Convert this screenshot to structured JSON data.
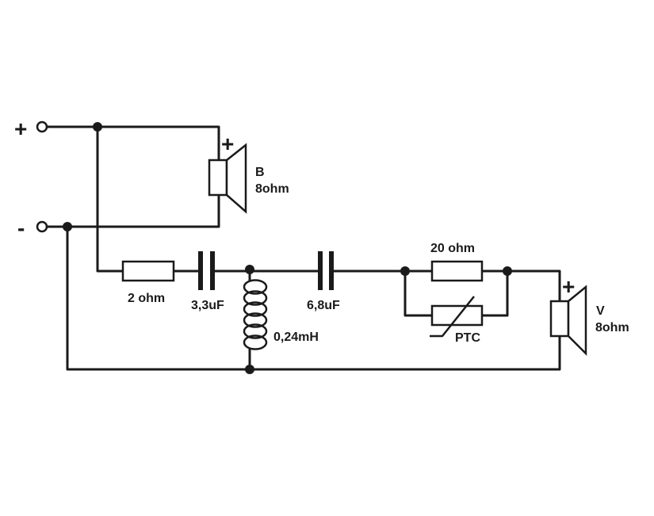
{
  "terminals": {
    "plus_label": "+",
    "minus_label": "-"
  },
  "tweeter": {
    "polarity": "+",
    "name": "B",
    "impedance": "8ohm"
  },
  "woofer": {
    "polarity": "+",
    "name": "V",
    "impedance": "8ohm"
  },
  "components": {
    "r1": "2 ohm",
    "c1": "3,3uF",
    "l1": "0,24mH",
    "c2": "6,8uF",
    "r2": "20 ohm",
    "ptc": "PTC"
  }
}
